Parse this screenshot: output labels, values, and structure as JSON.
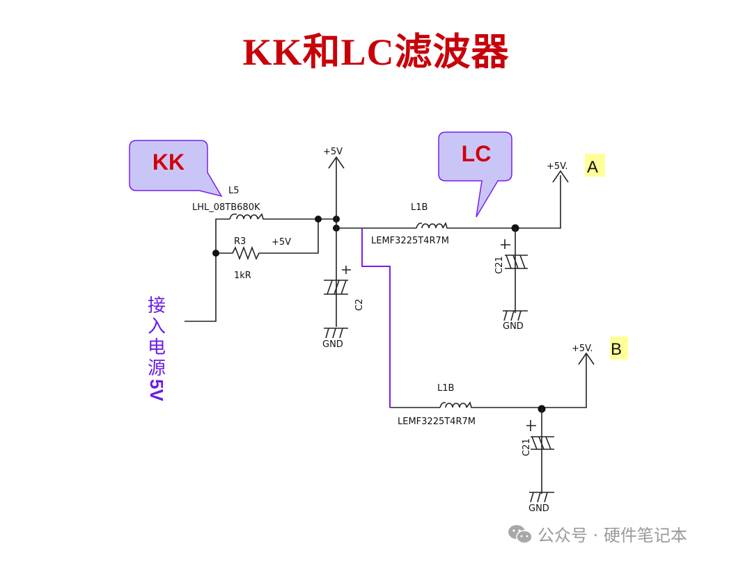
{
  "title": "KK和LC滤波器",
  "callouts": {
    "kk": "KK",
    "lc": "LC"
  },
  "input_label": {
    "chars": [
      "接",
      "入",
      "电",
      "源"
    ],
    "voltage": "5V"
  },
  "components": {
    "l5_ref": "L5",
    "l5_part": "LHL_08TB680K",
    "r3_ref": "R3",
    "r3_net": "+5V",
    "r3_value": "1kR",
    "c2_ref": "C2",
    "c2_plus": "+",
    "l1b_a_ref": "L1B",
    "l1b_a_part": "LEMF3225T4R7M",
    "c21_a_ref": "C21",
    "c21_a_plus": "+",
    "l1b_b_ref": "L1B",
    "l1b_b_part": "LEMF3225T4R7M",
    "c21_b_ref": "C21",
    "c21_b_plus": "+"
  },
  "nets": {
    "main_5v": "+5V",
    "out_a_prefix": "+5V.",
    "out_a_tag": "A",
    "out_b_prefix": "+5V.",
    "out_b_tag": "B",
    "gnd": "GND"
  },
  "colors": {
    "title": "#c8000a",
    "callout_fill": "#c9c6f7",
    "callout_stroke": "#7a1cf0",
    "callout_text": "#d0000a",
    "purple_wire": "#7a1cf0",
    "highlight": "#ffff99"
  },
  "watermark": {
    "icon": "wechat-icon",
    "text": "公众号 · 硬件笔记本"
  }
}
